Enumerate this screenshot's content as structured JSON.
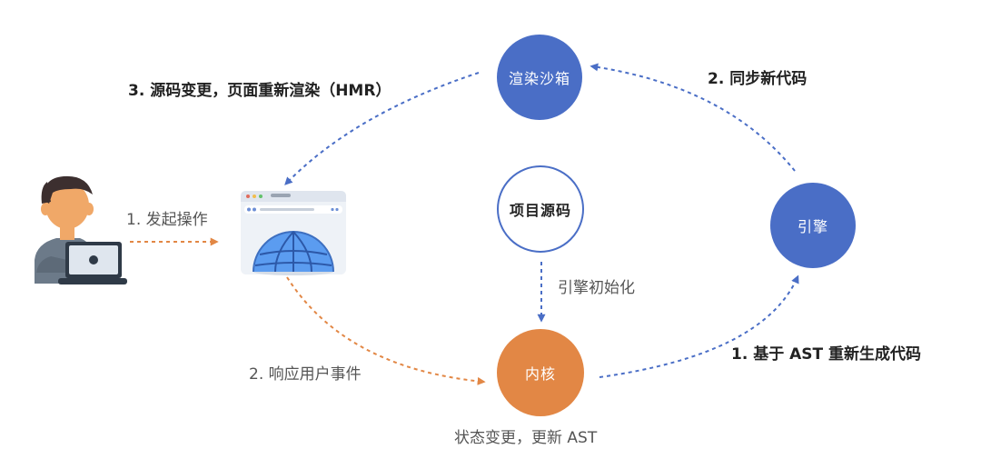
{
  "nodes": {
    "sandbox": "渲染沙箱",
    "engine": "引擎",
    "source": "项目源码",
    "kernel": "内核"
  },
  "labels": {
    "hmr": "3. 源码变更，页面重新渲染（HMR）",
    "sync": "2. 同步新代码",
    "user_action": "1. 发起操作",
    "engine_init": "引擎初始化",
    "respond_event": "2. 响应用户事件",
    "regen": "1. 基于 AST 重新生成代码",
    "state_change": "状态变更，更新 AST"
  },
  "colors": {
    "blue": "#4a6ec6",
    "orange": "#e28745",
    "arrow_blue": "#4a6ec6",
    "arrow_orange": "#e28745"
  },
  "icons": {
    "user": "user-with-laptop-icon",
    "browser": "browser-globe-icon"
  }
}
